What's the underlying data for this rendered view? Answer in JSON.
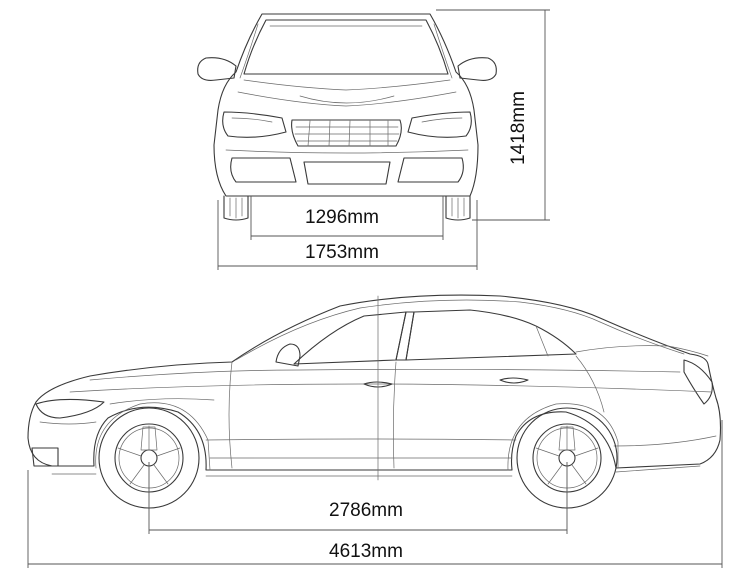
{
  "dimensions": {
    "track": "1296mm",
    "width": "1753mm",
    "height": "1418mm",
    "wheelbase": "2786mm",
    "length": "4613mm"
  }
}
